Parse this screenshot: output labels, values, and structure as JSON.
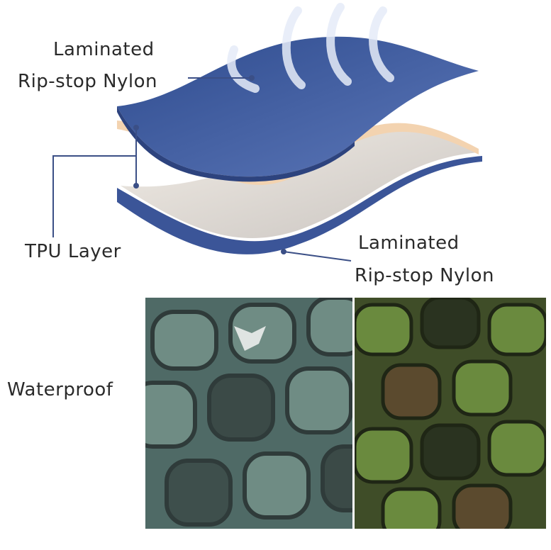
{
  "labels": {
    "top_line1": "Laminated",
    "top_line2": "Rip-stop Nylon",
    "middle": "TPU Layer",
    "bottom_line1": "Laminated",
    "bottom_line2": "Rip-stop Nylon",
    "photos": "Waterproof"
  },
  "colors": {
    "nylon_blue": "#3d5a9c",
    "tpu_beige": "#f3d3b0",
    "camo_left": "#5d7a72",
    "camo_right": "#4a5a30"
  }
}
